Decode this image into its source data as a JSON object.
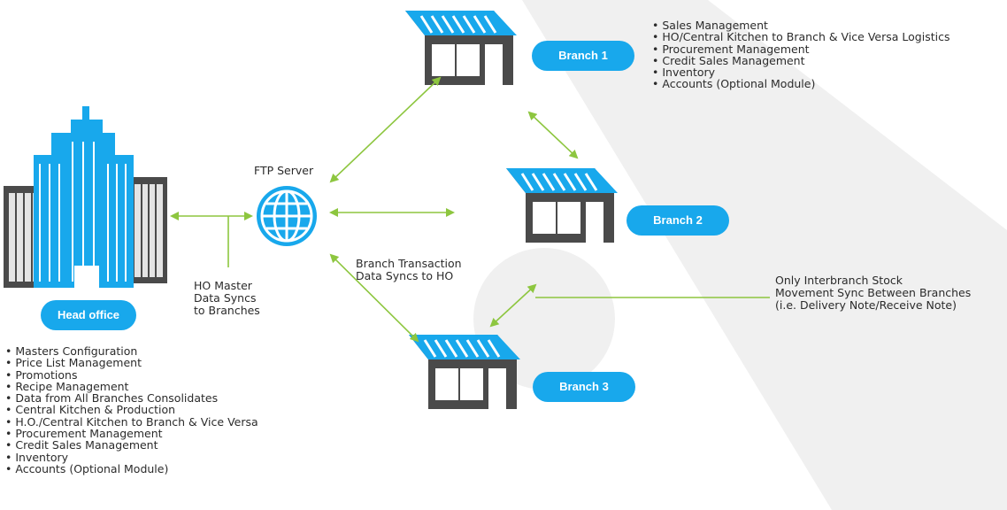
{
  "head_office": {
    "label": "Head office",
    "features": [
      "Masters Configuration",
      "Price List Management",
      "Promotions",
      "Recipe Management",
      "Data from All Branches Consolidates",
      "Central Kitchen & Production",
      "H.O./Central Kitchen to Branch & Vice Versa",
      "Procurement Management",
      "Credit Sales Management",
      "Inventory",
      "Accounts (Optional Module)"
    ]
  },
  "ftp_server": {
    "label": "FTP Server"
  },
  "sync_labels": {
    "ho_master": "HO Master\nData Syncs\nto Branches",
    "branch_transaction": "Branch Transaction\nData Syncs to HO",
    "interbranch": "Only Interbranch Stock\nMovement Sync Between Branches\n(i.e. Delivery Note/Receive Note)"
  },
  "branches": [
    {
      "label": "Branch 1"
    },
    {
      "label": "Branch 2"
    },
    {
      "label": "Branch 3"
    }
  ],
  "branch1_features": [
    "Sales Management",
    "HO/Central Kitchen to Branch & Vice Versa Logistics",
    "Procurement Management",
    "Credit Sales Management",
    "Inventory",
    "Accounts (Optional Module)"
  ],
  "colors": {
    "accent_blue": "#18a8ec",
    "arrow_green": "#8dc63f",
    "store_gray": "#4a4a4a",
    "watermark_gray": "#f0f0f0"
  }
}
